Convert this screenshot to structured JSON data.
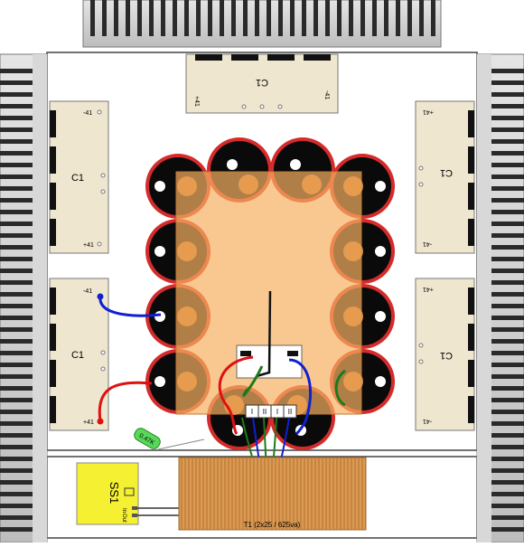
{
  "labels": {
    "pcb_top": "C1",
    "pcb_left_a": "C1",
    "pcb_left_b": "C1",
    "pcb_right_a": "C1",
    "pcb_right_b": "C1",
    "minus41": "-41",
    "plus41": "+41",
    "resistor": "0.47K",
    "relay": "SS1",
    "relay_in": "In",
    "relay_out": "Out",
    "transformer": "T1 (2x25 / 625va)",
    "terminal_markings": [
      "I",
      "II",
      "I",
      "II"
    ]
  },
  "colors": {
    "heatsink": "#cfcfcf",
    "heatsink_fin": "#2a2a2a",
    "pcb": "#efe6cf",
    "board": "#f7b061",
    "cap_ring": "#d42b2b",
    "cap_body": "#0a0a0a",
    "wire_red": "#e01010",
    "wire_blue": "#1020d0",
    "wire_green": "#1c7a1c",
    "relay": "#f5f032",
    "transformer": "#d9a060",
    "resistor": "#58d858"
  }
}
